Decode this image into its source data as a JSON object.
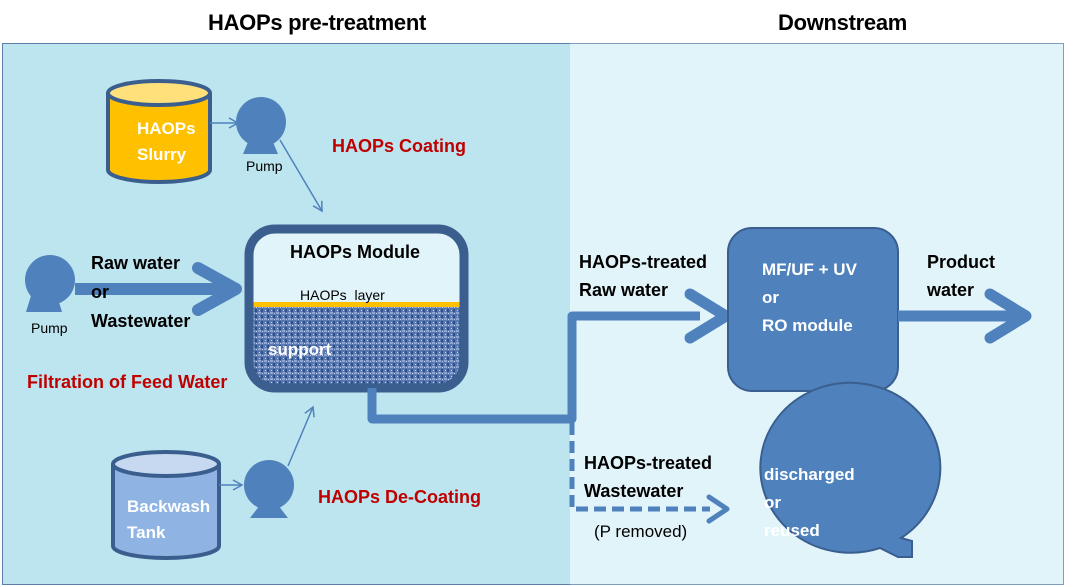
{
  "sections": {
    "pretreatment_title": "HAOPs pre-treatment",
    "downstream_title": "Downstream"
  },
  "slurry_tank": {
    "line1": "HAOPs",
    "line2": "Slurry"
  },
  "backwash_tank": {
    "line1": "Backwash",
    "line2": "Tank"
  },
  "pumps": {
    "label": "Pump"
  },
  "coating_label": "HAOPs Coating",
  "decoating_label": "HAOPs De-Coating",
  "feed": {
    "line1": "Raw water",
    "line2": "or",
    "line3": "Wastewater"
  },
  "filtration_label": "Filtration of Feed Water",
  "module": {
    "title": "HAOPs Module",
    "layer_label": "HAOPs  layer",
    "support_label": "support"
  },
  "treated_raw": {
    "line1": "HAOPs-treated",
    "line2": "Raw water"
  },
  "downstream_module": {
    "line1": "MF/UF + UV",
    "line2": "or",
    "line3": "RO module"
  },
  "product": {
    "line1": "Product",
    "line2": "water"
  },
  "treated_waste": {
    "line1": "HAOPs-treated",
    "line2": "Wastewater",
    "note": "(P removed)"
  },
  "outcome": {
    "line1": "discharged",
    "line2": "or",
    "line3": "reused"
  },
  "colors": {
    "pipe": "#4f81bd",
    "pipe_dark": "#3a5f8f",
    "slurry_fill": "#ffc000",
    "slurry_top": "#ffe07a",
    "backwash_fill": "#8fb4e3",
    "backwash_top": "#c6d9f1",
    "label_red": "#c00000",
    "haops_layer": "#ffc000"
  }
}
